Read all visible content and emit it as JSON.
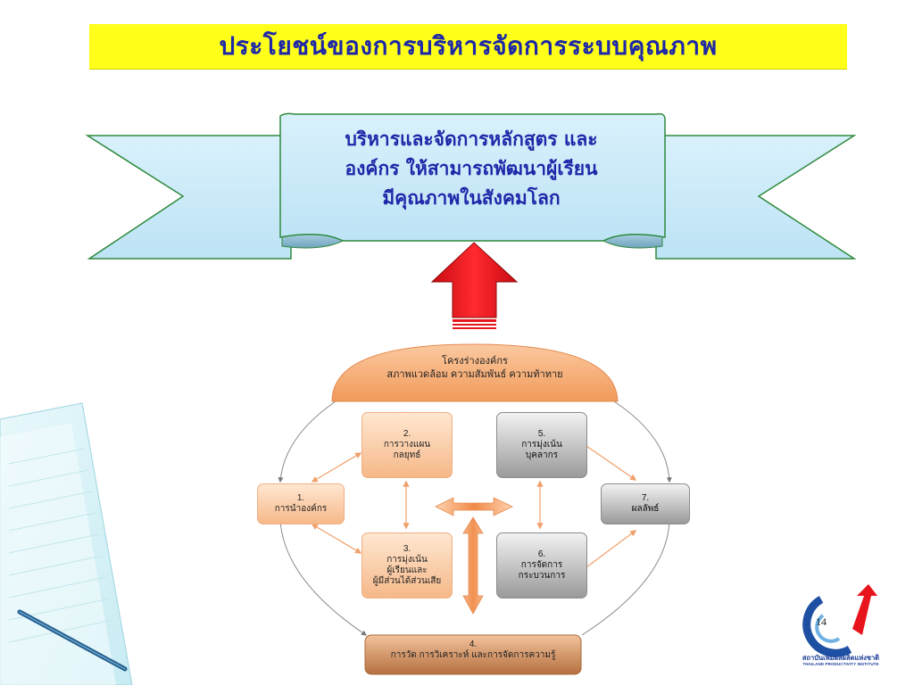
{
  "slide": {
    "title": "ประโยชน์ของการบริหารจัดการระบบคุณภาพ",
    "page_number": "14"
  },
  "banner": {
    "lines": [
      "บริหารและจัดการหลักสูตร และ",
      "องค์กร ให้สามารถพัฒนาผู้เรียน",
      "มีคุณภาพในสังคมโลก"
    ]
  },
  "diagram": {
    "dome": {
      "line1": "โครงร่างองค์กร",
      "line2": "สภาพแวดล้อม ความสัมพันธ์ ความท้าทาย"
    },
    "boxes": [
      {
        "num": "1.",
        "lines": [
          "การนำองค์กร"
        ]
      },
      {
        "num": "2.",
        "lines": [
          "การวางแผน",
          "กลยุทธ์"
        ]
      },
      {
        "num": "3.",
        "lines": [
          "การมุ่งเน้น",
          "ผู้เรียนและ",
          "ผู้มีส่วนได้ส่วนเสีย"
        ]
      },
      {
        "num": "4.",
        "lines": [
          "การวัด การวิเคราะห์ และการจัดการความรู้"
        ]
      },
      {
        "num": "5.",
        "lines": [
          "การมุ่งเน้น",
          "บุคลากร"
        ]
      },
      {
        "num": "6.",
        "lines": [
          "การจัดการ",
          "กระบวนการ"
        ]
      },
      {
        "num": "7.",
        "lines": [
          "ผลลัพธ์"
        ]
      }
    ]
  },
  "logo": {
    "name_th": "สถาบันเพิ่มผลผลิตแห่งชาติ",
    "name_en": "THAILAND PRODUCTIVITY INSTITUTE"
  },
  "colors": {
    "title_bg": "#ffff1a",
    "title_text": "#1d27a8",
    "banner_fill": "#c9e9f8",
    "arrow_red": "#e8141b",
    "peach": "#f6b889",
    "gray": "#9a9a9a"
  }
}
